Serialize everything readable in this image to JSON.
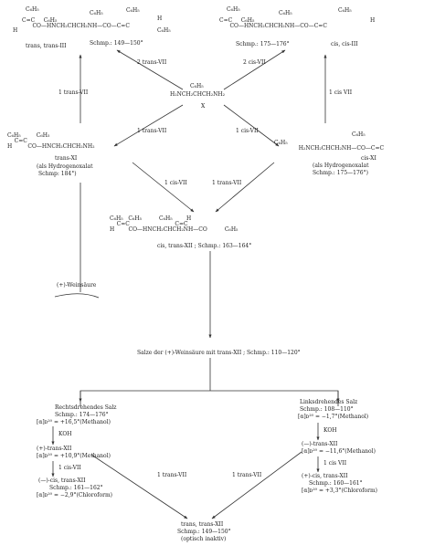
{
  "header": {
    "tl_c6h5_a": "C₆H₅",
    "tl_c6h5_b": "C₆H₅",
    "tl_c6h5_c": "C₆H₅",
    "tl_h_a": "H",
    "tl_h_b": "H",
    "tl_h_c": "C₆H₅",
    "tl_chain": "C=C     C₆H₅\n      CO—HNCH₂CHCH₂NH—CO—C=C",
    "tl_label": "trans, trans-III",
    "tl_schmp": "Schmp.: 149—150°",
    "tr_c6h5_a": "C₆H₅",
    "tr_c6h5_b": "C₆H₅",
    "tr_c6h5_c": "C₆H₅",
    "tr_h": "H",
    "tr_chain": "C=C     C₆H₅\n      CO—HNCH₂CHCH₂NH—CO—C=C",
    "tr_schmp": "Schmp.: 175—176°",
    "tr_label": "cis, cis-III"
  },
  "center": {
    "c6h5": "C₆H₅",
    "formula": "H₂NCH₂CHCH₂NH₂",
    "label": "X"
  },
  "arrows": {
    "two_trans_vii": "2 trans-VII",
    "two_cis_vii": "2 cis-VII",
    "one_trans_vii_left": "1 trans-VII",
    "one_trans_vii_mid": "1 trans-VII",
    "one_cis_vii_mid": "1 cis-VII",
    "one_cis_vii_right": "1 cis VII",
    "one_cis_vii_low": "1 cis-VII",
    "one_trans_vii_low": "1 trans-VII",
    "koh_left": "KOH",
    "koh_right": "KOH",
    "cis_vii_left": "1 cis-VII",
    "cis_vii_right": "1 cis VII",
    "bottom_trans_left": "1 trans-VII",
    "bottom_trans_right": "1 trans-VII"
  },
  "xi": {
    "left_groups": "C₆H₅         C₆H₅\n    C=C\nH         CO—HNCH₂CHCH₂NH₂",
    "left_label": "trans-XI",
    "left_salt": "(als Hydrogenoxalat",
    "left_schmp": "Schmp: 184°)",
    "right_groups": "C₆H₅\n              H₂NCH₂CHCH₂NH—CO—C=C",
    "right_label": "cis-XI",
    "right_salt": "(als Hydrogenoxalat",
    "right_schmp": "Schmp.: 175—176°)"
  },
  "xii": {
    "groups": "C₆H₅   C₆H₅          C₆H₅        H\n    C=C                          C=C\nH        CO—HNCH₂CHCH₂NH—CO          C₆H₅",
    "label": "cis, trans-XII ; Schmp.: 163—164°"
  },
  "weinsaeure": "(+)-Weinsäure",
  "salt_line": "Salze der (+)-Weinsäure mit trans-XII ; Schmp.: 110—120°",
  "left_branch": {
    "title": "Rechtsdrehendes Salz",
    "schmp": "Schmp.: 174—176°",
    "rot": "[α]ᴅ²⁰ = +16,5°(Methanol)",
    "product": "(+)-trans-XII",
    "product_rot": "[α]ᴅ²⁰ = +10,9°(Methanol)",
    "final": "(—)-cis, trans-XII",
    "final_schmp": "Schmp.: 161—162°",
    "final_rot": "[α]ᴅ²⁰ = −2,9°(Chloroform)"
  },
  "right_branch": {
    "title": "Linksdrehendes Salz",
    "schmp": "Schmp.: 108—110°",
    "rot": "[α]ᴅ²⁰ = −1,7°(Methanol)",
    "product": "(—)-trans-XII",
    "product_rot": "[α]ᴅ²⁰ = −11,6°(Methanol)",
    "final": "(+)-cis, trans-XII",
    "final_schmp": "Schmp.: 160—161°",
    "final_rot": "[α]ᴅ²⁰ = +3,3°(Chloroform)"
  },
  "bottom": {
    "name": "trans, trans-XII",
    "schmp": "Schmp.: 149—150°",
    "note": "(optisch inaktiv)"
  }
}
